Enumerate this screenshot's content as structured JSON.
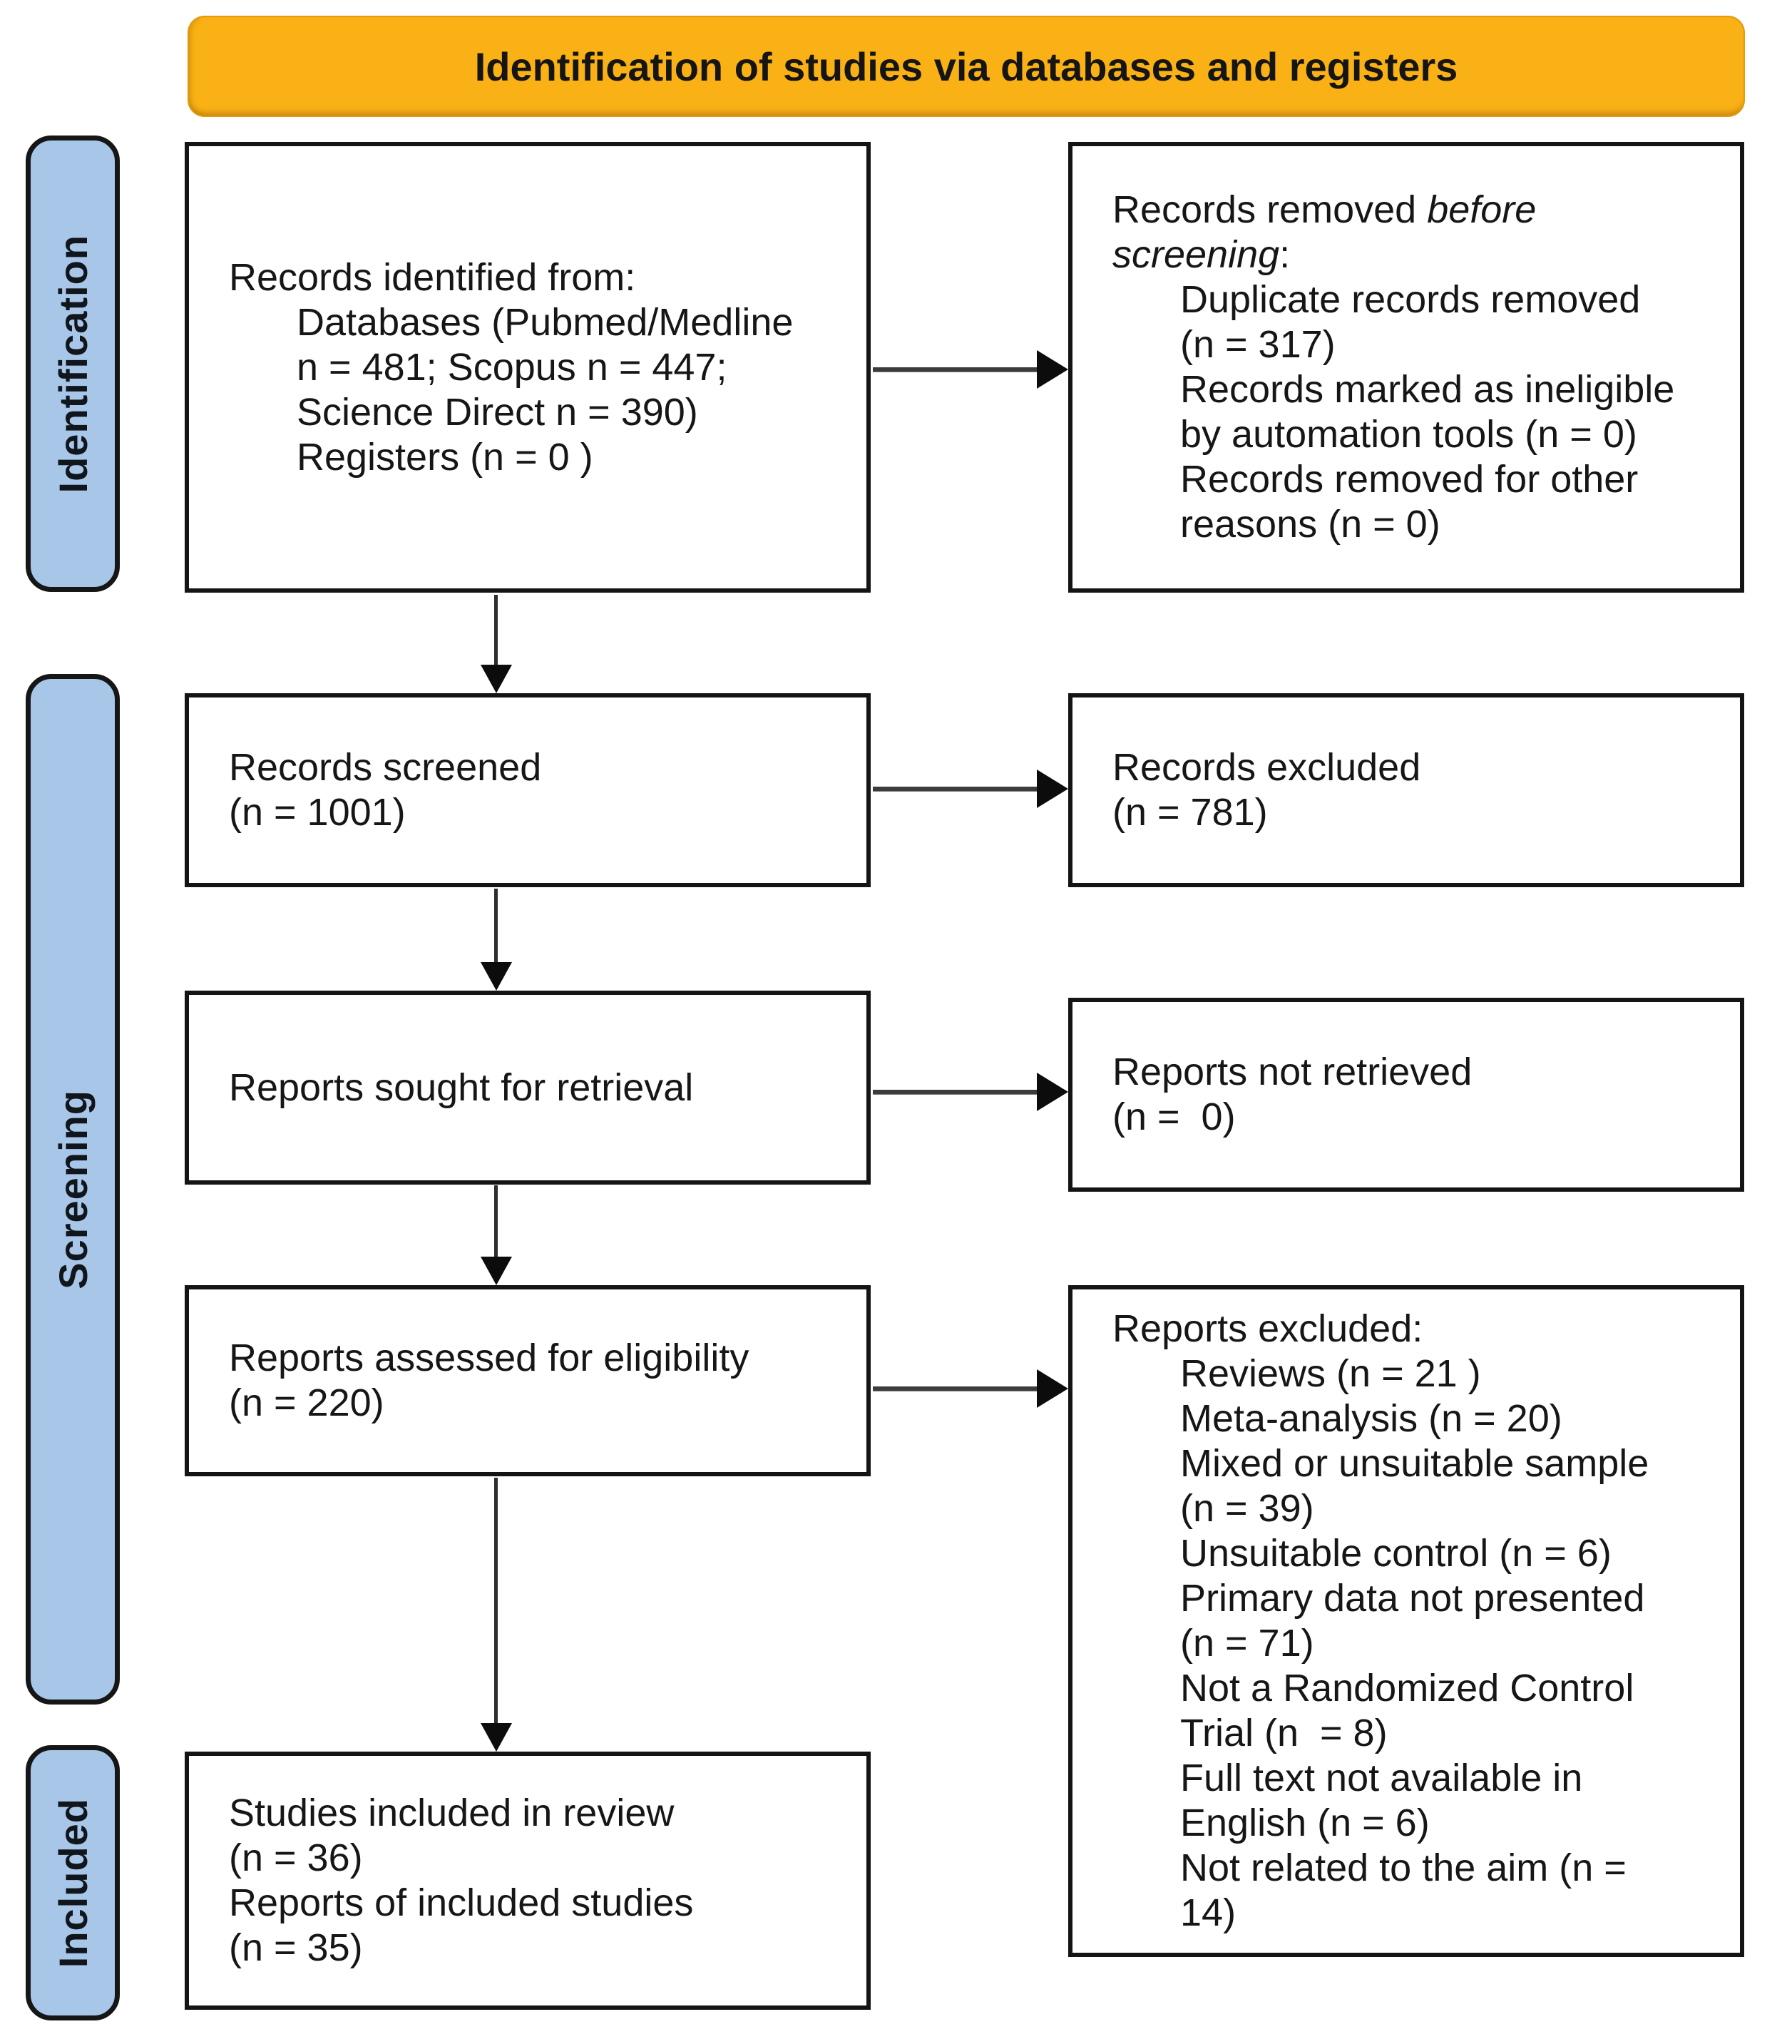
{
  "colors": {
    "banner_bg": "#F9B115",
    "sidebar_bg": "#A8C6E8",
    "box_border": "#141414"
  },
  "banner": {
    "label": "Identification of studies via databases and registers"
  },
  "sidebar": {
    "items": [
      {
        "label": "Identification"
      },
      {
        "label": "Screening"
      },
      {
        "label": "Included"
      }
    ]
  },
  "boxes": {
    "records_identified": {
      "lines": [
        {
          "indent": 0,
          "runs": [
            {
              "t": "Records identified from:"
            }
          ]
        },
        {
          "indent": 1,
          "runs": [
            {
              "t": "Databases (Pubmed/Medline"
            }
          ]
        },
        {
          "indent": 1,
          "runs": [
            {
              "t": "n = 481; Scopus n = 447;"
            }
          ]
        },
        {
          "indent": 1,
          "runs": [
            {
              "t": "Science Direct n = 390)"
            }
          ]
        },
        {
          "indent": 1,
          "runs": [
            {
              "t": "Registers (n = 0 )"
            }
          ]
        }
      ]
    },
    "records_removed": {
      "lines": [
        {
          "indent": 0,
          "runs": [
            {
              "t": "Records removed "
            },
            {
              "t": "before",
              "i": true
            }
          ]
        },
        {
          "indent": 0,
          "runs": [
            {
              "t": "screening",
              "i": true
            },
            {
              "t": ":"
            }
          ]
        },
        {
          "indent": 1,
          "runs": [
            {
              "t": "Duplicate records removed"
            }
          ]
        },
        {
          "indent": 1,
          "runs": [
            {
              "t": "(n = 317)"
            }
          ]
        },
        {
          "indent": 1,
          "runs": [
            {
              "t": "Records marked as ineligible"
            }
          ]
        },
        {
          "indent": 1,
          "runs": [
            {
              "t": "by automation tools (n = 0)"
            }
          ]
        },
        {
          "indent": 1,
          "runs": [
            {
              "t": "Records removed for other"
            }
          ]
        },
        {
          "indent": 1,
          "runs": [
            {
              "t": "reasons (n = 0)"
            }
          ]
        }
      ]
    },
    "records_screened": {
      "lines": [
        {
          "indent": 0,
          "runs": [
            {
              "t": "Records screened"
            }
          ]
        },
        {
          "indent": 0,
          "runs": [
            {
              "t": "(n = 1001)"
            }
          ]
        }
      ]
    },
    "records_excluded": {
      "lines": [
        {
          "indent": 0,
          "runs": [
            {
              "t": "Records excluded"
            }
          ]
        },
        {
          "indent": 0,
          "runs": [
            {
              "t": "(n = 781)"
            }
          ]
        }
      ]
    },
    "reports_sought": {
      "lines": [
        {
          "indent": 0,
          "runs": [
            {
              "t": "Reports sought for retrieval"
            }
          ]
        }
      ]
    },
    "reports_not_retrieved": {
      "lines": [
        {
          "indent": 0,
          "runs": [
            {
              "t": "Reports not retrieved"
            }
          ]
        },
        {
          "indent": 0,
          "runs": [
            {
              "t": "(n =  0)"
            }
          ]
        }
      ]
    },
    "reports_assessed": {
      "lines": [
        {
          "indent": 0,
          "runs": [
            {
              "t": "Reports assessed for eligibility"
            }
          ]
        },
        {
          "indent": 0,
          "runs": [
            {
              "t": "(n = 220)"
            }
          ]
        }
      ]
    },
    "reports_excluded": {
      "lines": [
        {
          "indent": 0,
          "runs": [
            {
              "t": "Reports excluded:"
            }
          ]
        },
        {
          "indent": 1,
          "runs": [
            {
              "t": "Reviews (n = 21 )"
            }
          ]
        },
        {
          "indent": 1,
          "runs": [
            {
              "t": "Meta-analysis (n = 20)"
            }
          ]
        },
        {
          "indent": 1,
          "runs": [
            {
              "t": "Mixed or unsuitable sample"
            }
          ]
        },
        {
          "indent": 1,
          "runs": [
            {
              "t": "(n = 39)"
            }
          ]
        },
        {
          "indent": 1,
          "runs": [
            {
              "t": "Unsuitable control (n = 6)"
            }
          ]
        },
        {
          "indent": 1,
          "runs": [
            {
              "t": "Primary data not presented"
            }
          ]
        },
        {
          "indent": 1,
          "runs": [
            {
              "t": "(n = 71)"
            }
          ]
        },
        {
          "indent": 1,
          "runs": [
            {
              "t": "Not a Randomized Control"
            }
          ]
        },
        {
          "indent": 1,
          "runs": [
            {
              "t": "Trial (n  = 8)"
            }
          ]
        },
        {
          "indent": 1,
          "runs": [
            {
              "t": "Full text not available in"
            }
          ]
        },
        {
          "indent": 1,
          "runs": [
            {
              "t": "English (n = 6)"
            }
          ]
        },
        {
          "indent": 1,
          "runs": [
            {
              "t": "Not related to the aim (n ="
            }
          ]
        },
        {
          "indent": 1,
          "runs": [
            {
              "t": "14)"
            }
          ]
        }
      ]
    },
    "studies_included": {
      "lines": [
        {
          "indent": 0,
          "runs": [
            {
              "t": "Studies included in review"
            }
          ]
        },
        {
          "indent": 0,
          "runs": [
            {
              "t": "(n = 36)"
            }
          ]
        },
        {
          "indent": 0,
          "runs": [
            {
              "t": "Reports of included studies"
            }
          ]
        },
        {
          "indent": 0,
          "runs": [
            {
              "t": "(n = 35)"
            }
          ]
        }
      ]
    }
  }
}
